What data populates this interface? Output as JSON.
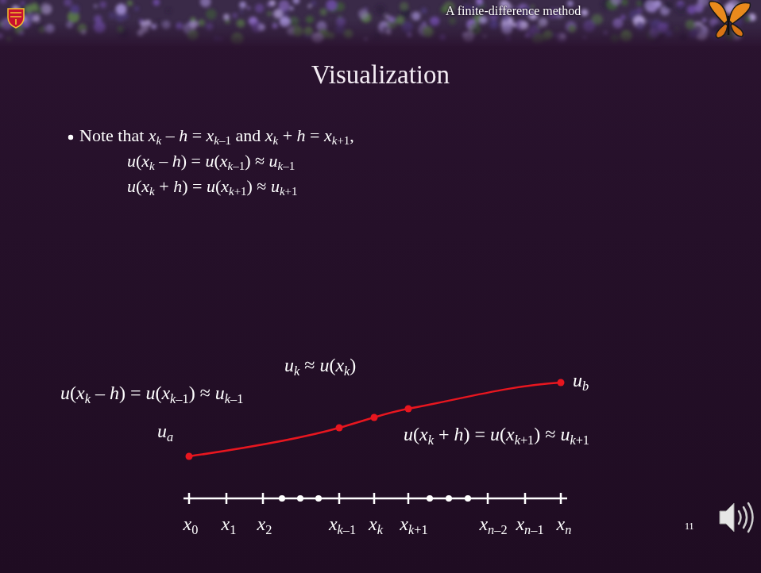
{
  "diagram": {
    "title": "Visualization",
    "labels": [
      "A finite-difference method",
      "Note that xk – h = xk–1 and xk + h = xk+1,",
      "u(xk – h) = u(xk–1) ≈ uk–1",
      "u(xk + h) = u(xk+1) ≈ uk+1",
      "uk ≈ u(xk)",
      "u(xk – h) = u(xk–1) ≈ uk–1",
      "u(xk + h) = u(xk+1) ≈ uk+1",
      "ua",
      "ub",
      "x0",
      "x1",
      "x2",
      "xk–1",
      "xk",
      "xk+1",
      "xn–2",
      "xn–1",
      "xn",
      "11"
    ]
  }
}
